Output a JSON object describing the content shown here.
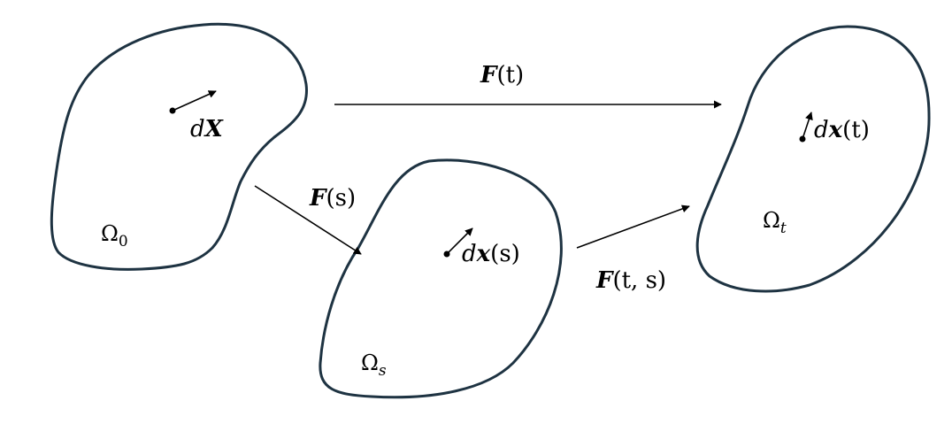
{
  "regions": {
    "omega_0": {
      "symbol": "Ω",
      "subscript": "0"
    },
    "omega_s": {
      "symbol": "Ω",
      "subscript": "s"
    },
    "omega_t": {
      "symbol": "Ω",
      "subscript": "t"
    }
  },
  "vectors": {
    "dX": {
      "d": "d",
      "var": "X"
    },
    "dx_s": {
      "d": "d",
      "var": "x",
      "arg": "(s)"
    },
    "dx_t": {
      "d": "d",
      "var": "x",
      "arg": "(t)"
    }
  },
  "maps": {
    "F_t": {
      "name": "F",
      "arg": "(t)"
    },
    "F_s": {
      "name": "F",
      "arg": "(s)"
    },
    "F_ts": {
      "name": "F",
      "arg": "(t, s)"
    }
  }
}
